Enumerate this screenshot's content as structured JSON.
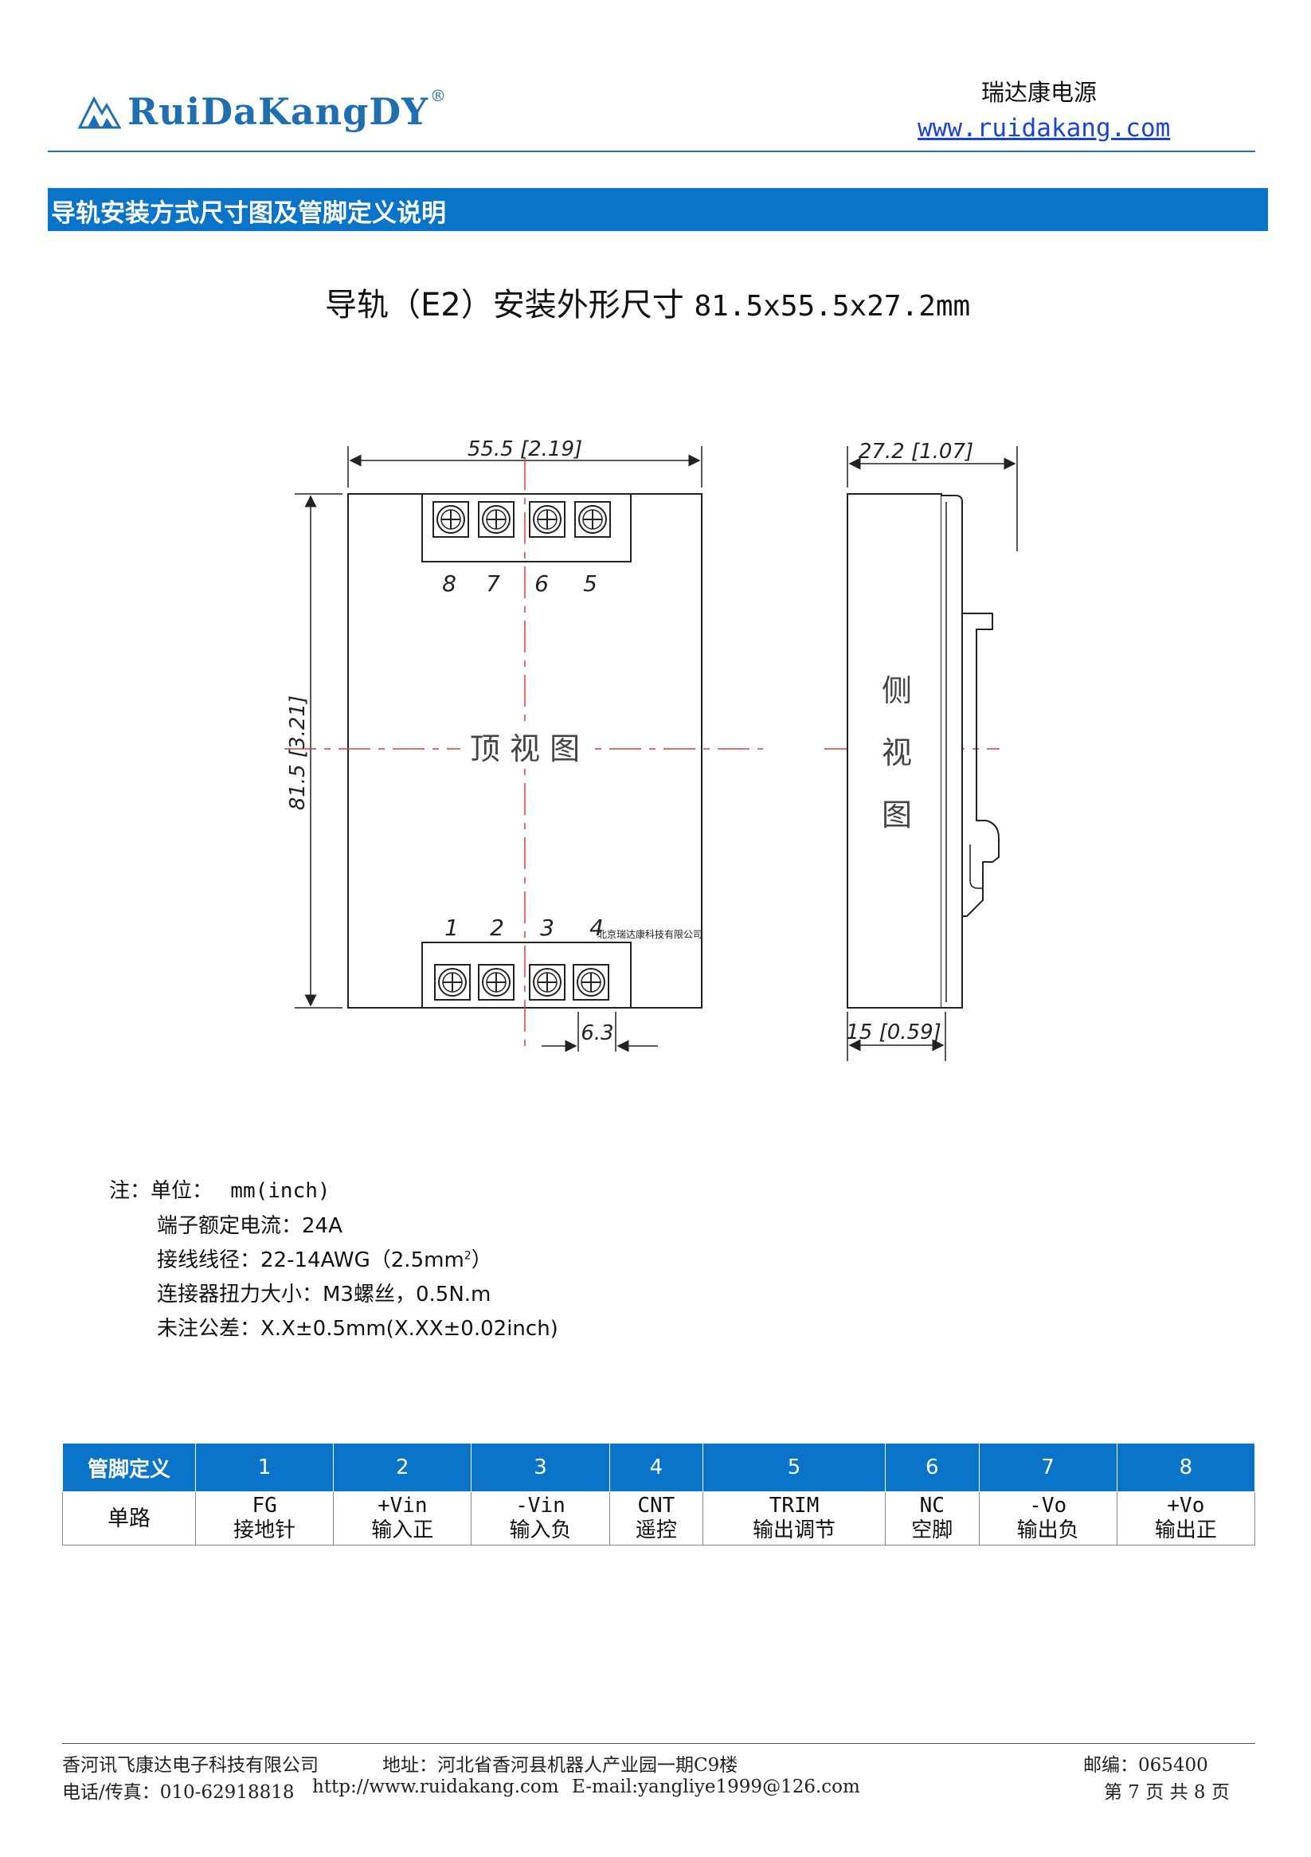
{
  "header": {
    "logo_text": "RuiDaKangDY",
    "logo_reg": "®",
    "company_cn": "瑞达康电源",
    "website": "www.ruidakang.com"
  },
  "section_title": "导轨安装方式尺寸图及管脚定义说明",
  "drawing": {
    "title_cn": "导轨（E2）安装外形尺寸",
    "title_dims": "81.5x55.5x27.2mm",
    "dim_width": "55.5 [2.19]",
    "dim_height": "81.5 [3.21]",
    "dim_depth": "27.2 [1.07]",
    "dim_side_base": "15 [0.59]",
    "dim_pitch": "6.3",
    "top_view_label": "顶 视 图",
    "side_view_label": [
      "侧",
      "视",
      "图"
    ],
    "top_terminals": [
      "8",
      "7",
      "6",
      "5"
    ],
    "bottom_terminals": [
      "1",
      "2",
      "3",
      "4"
    ],
    "watermark": "北京瑞达康科技有限公司"
  },
  "notes": {
    "label": "注：",
    "unit_label": "单位：",
    "unit_value": "mm(inch)",
    "current": "端子额定电流：24A",
    "wire_prefix": "接线线径：22-14AWG（2.5mm",
    "wire_sup": "2",
    "wire_suffix": "）",
    "torque": "连接器扭力大小：M3螺丝，0.5N.m",
    "tolerance": "未注公差：X.X±0.5mm(X.XX±0.02inch)"
  },
  "pin_table": {
    "header_label": "管脚定义",
    "pins": [
      "1",
      "2",
      "3",
      "4",
      "5",
      "6",
      "7",
      "8"
    ],
    "row_label": "单路",
    "signals": [
      {
        "sig": "FG",
        "desc": "接地针"
      },
      {
        "sig": "+Vin",
        "desc": "输入正"
      },
      {
        "sig": "-Vin",
        "desc": "输入负"
      },
      {
        "sig": "CNT",
        "desc": "遥控"
      },
      {
        "sig": "TRIM",
        "desc": "输出调节"
      },
      {
        "sig": "NC",
        "desc": "空脚"
      },
      {
        "sig": "-Vo",
        "desc": "输出负"
      },
      {
        "sig": "+Vo",
        "desc": "输出正"
      }
    ]
  },
  "footer": {
    "company": "香河讯飞康达电子科技有限公司",
    "address": "地址：河北省香河县机器人产业园一期C9楼",
    "postcode": "邮编：065400",
    "phone": "电话/传真：010-62918818",
    "site": "http://www.ruidakang.com",
    "email": "E-mail:yangliye1999@126.com",
    "page": "第 7 页 共 8 页"
  },
  "colors": {
    "brand_blue": "#0a74c9",
    "link_blue": "#1a44d6",
    "centerline_red": "#e23a3a"
  }
}
